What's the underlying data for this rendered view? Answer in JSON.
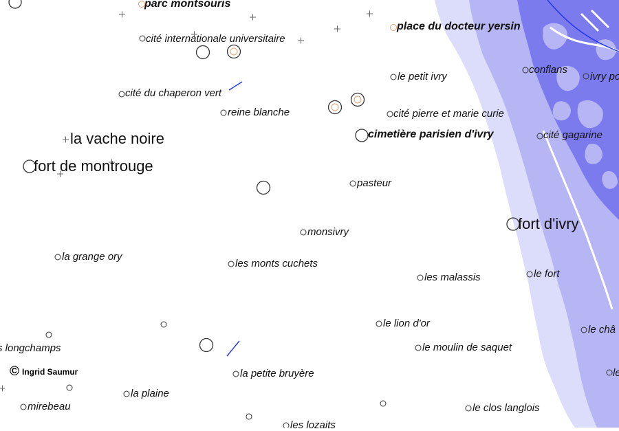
{
  "map": {
    "colors": {
      "water_light": "#dcdcfb",
      "water_mid": "#b6b6f5",
      "water_dark": "#7b7bee",
      "road_blue": "#2233ee",
      "marker": "#333333",
      "marker_orange": "#e8a070"
    },
    "labels": {
      "parc_montsouris": "parc montsouris",
      "cite_internationale": "cité internationale universitaire",
      "place_docteur_yersin": "place du docteur yersin",
      "le_petit_ivry": "le petit ivry",
      "conflans": "conflans",
      "ivry_port": "ivry po",
      "cite_chaperon_vert": "cité du chaperon vert",
      "reine_blanche": "reine blanche",
      "cite_pierre_marie_curie": "cité pierre et marie curie",
      "la_vache_noire": "la vache noire",
      "cimetiere_ivry": "cimetière parisien d'ivry",
      "cite_gagarine": "cité gagarine",
      "fort_montrouge": "fort de montrouge",
      "pasteur": "pasteur",
      "fort_ivry": "fort d'ivry",
      "monsivry": "monsivry",
      "la_grange_ory": "la grange ory",
      "les_monts_cuchets": "les monts cuchets",
      "les_malassis": "les malassis",
      "le_fort": "le fort",
      "le_lion_dor": "le lion d'or",
      "le_chateau": "le châ",
      "longchamps": "s longchamps",
      "le_moulin_saquet": "le moulin de saquet",
      "la_petite_bruyere": "la petite bruyère",
      "la_plaine": "la plaine",
      "mirebeau": "mirebeau",
      "le_clos_langlois": "le clos langlois",
      "les_lozaits": "les lozaits",
      "le_edge": "le"
    },
    "copyright": {
      "symbol": "©",
      "text": "Ingrid Saumur"
    }
  }
}
